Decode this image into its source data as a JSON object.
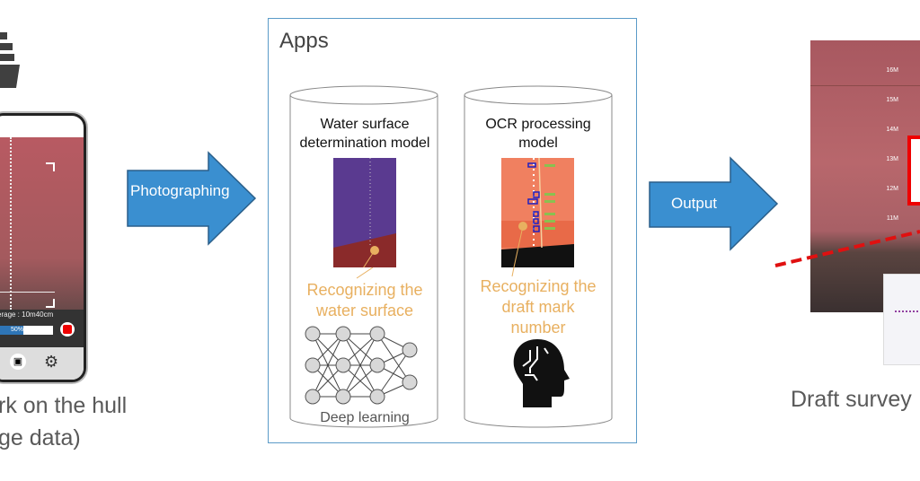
{
  "left": {
    "caption_line1": "rk on the hull",
    "caption_line2": "ge data)",
    "phone": {
      "progress_label": "50%",
      "progress": 0.5,
      "status_text": "verage : 10m40cm"
    }
  },
  "arrows": {
    "photographing": "Photographing",
    "output": "Output"
  },
  "apps": {
    "title": "Apps",
    "models": [
      {
        "title_line1": "Water surface",
        "title_line2": "determination model",
        "note_line1": "Recognizing the",
        "note_line2": "water surface",
        "footer": "Deep learning"
      },
      {
        "title_line1": "OCR processing",
        "title_line2": "model",
        "note_line1": "Recognizing the",
        "note_line2": "draft mark",
        "note_line3": "number"
      }
    ]
  },
  "right": {
    "caption": "Draft survey",
    "draft_marks": [
      "16M",
      "15M",
      "14M",
      "13M",
      "12M",
      "11M"
    ]
  },
  "colors": {
    "arrow": "#3a8fd0",
    "accent_orange": "#e8b060",
    "hull": "#b85c62",
    "box_border": "#5b9bc8",
    "dash": "#e01010"
  }
}
